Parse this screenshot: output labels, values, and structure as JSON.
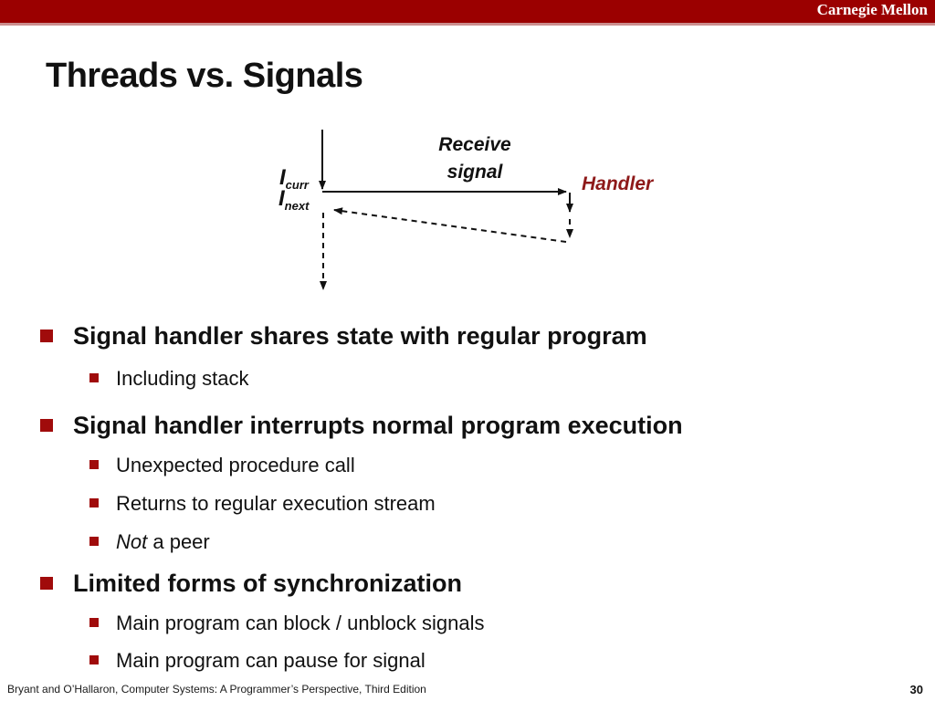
{
  "header": {
    "brand": "Carnegie Mellon"
  },
  "title": "Threads vs. Signals",
  "diagram": {
    "receive_line1": "Receive",
    "receive_line2": "signal",
    "handler": "Handler",
    "icurr_main": "I",
    "icurr_sub": "curr",
    "inext_main": "I",
    "inext_sub": "next"
  },
  "bullets": [
    {
      "level": 1,
      "text": "Signal handler shares state with regular program"
    },
    {
      "level": 2,
      "text": "Including stack"
    },
    {
      "level": 1,
      "text": "Signal handler interrupts normal program execution"
    },
    {
      "level": 2,
      "text": "Unexpected procedure call"
    },
    {
      "level": 2,
      "text": "Returns to regular execution stream"
    },
    {
      "level": 2,
      "italic": "Not",
      "text": " a peer"
    },
    {
      "level": 1,
      "text": "Limited forms of synchronization"
    },
    {
      "level": 2,
      "text": "Main program can block / unblock signals"
    },
    {
      "level": 2,
      "text": "Main program can pause for signal"
    }
  ],
  "footer": {
    "citation": "Bryant and O’Hallaron, Computer Systems: A Programmer’s Perspective, Third Edition",
    "page": "30"
  },
  "colors": {
    "header_bar": "#9b0000",
    "bullet_square": "#a00b0b",
    "handler_text": "#8e1a1a"
  }
}
